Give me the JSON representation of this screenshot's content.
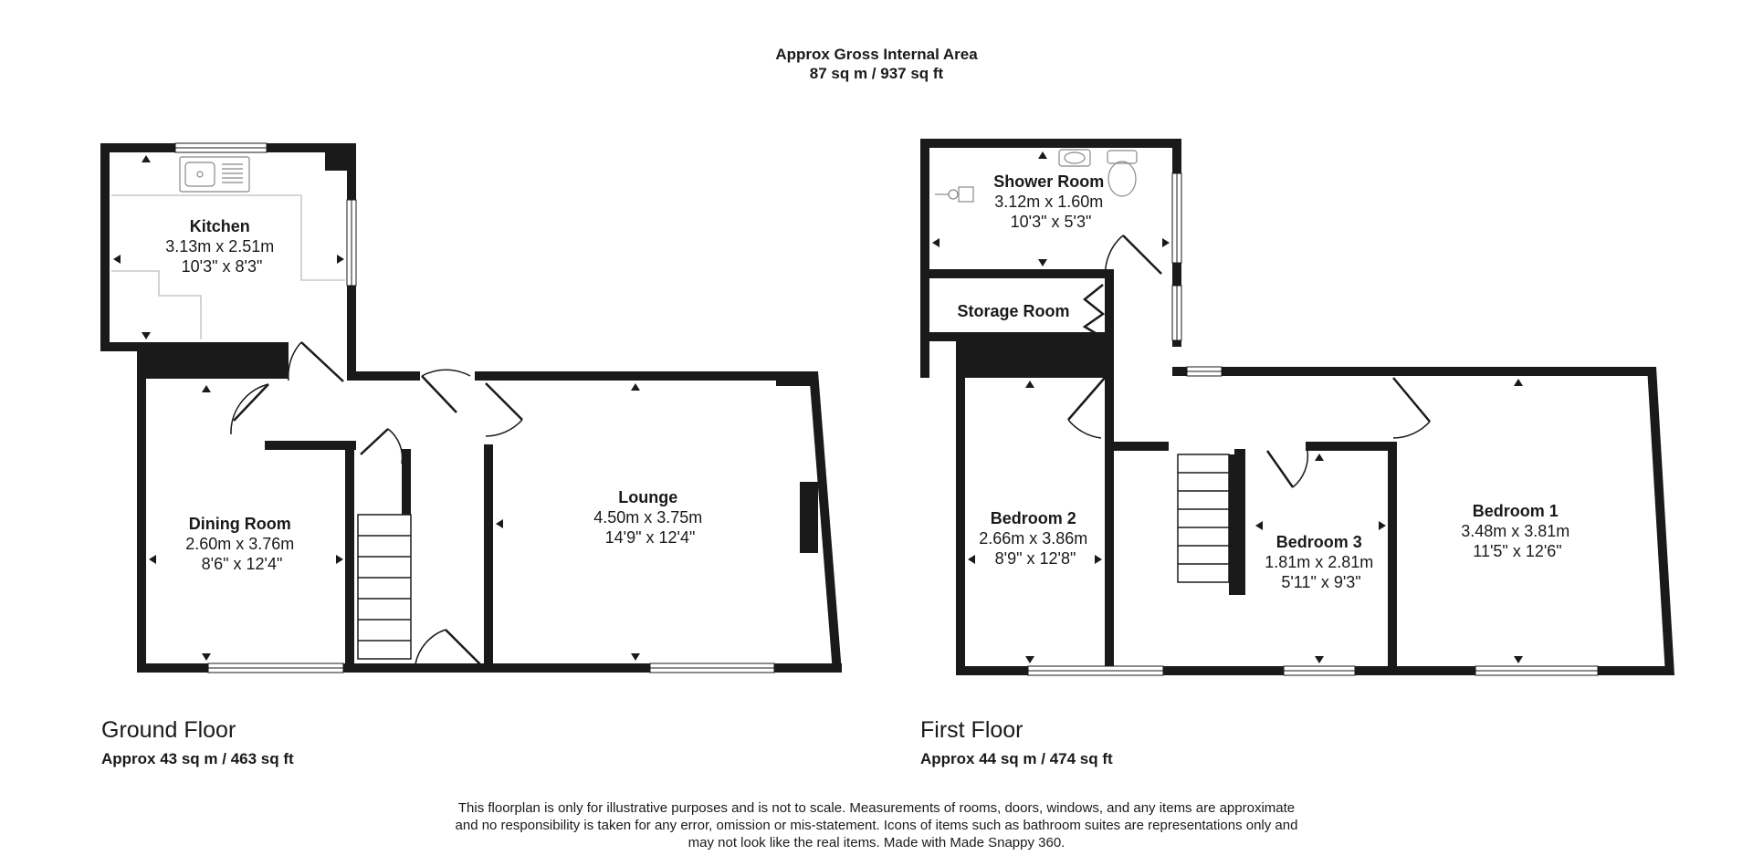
{
  "header": {
    "title": "Approx Gross Internal Area",
    "area": "87 sq m / 937 sq ft"
  },
  "ground_floor": {
    "title": "Ground Floor",
    "area": "Approx 43 sq m / 463 sq ft",
    "rooms": {
      "kitchen": {
        "name": "Kitchen",
        "metric": "3.13m x 2.51m",
        "imperial": "10'3\" x 8'3\""
      },
      "dining": {
        "name": "Dining Room",
        "metric": "2.60m x 3.76m",
        "imperial": "8'6\" x 12'4\""
      },
      "lounge": {
        "name": "Lounge",
        "metric": "4.50m x 3.75m",
        "imperial": "14'9\" x 12'4\""
      }
    }
  },
  "first_floor": {
    "title": "First Floor",
    "area": "Approx 44 sq m / 474 sq ft",
    "rooms": {
      "shower": {
        "name": "Shower Room",
        "metric": "3.12m x 1.60m",
        "imperial": "10'3\" x 5'3\""
      },
      "storage": {
        "name": "Storage Room"
      },
      "bedroom2": {
        "name": "Bedroom 2",
        "metric": "2.66m x 3.86m",
        "imperial": "8'9\" x 12'8\""
      },
      "bedroom3": {
        "name": "Bedroom 3",
        "metric": "1.81m x 2.81m",
        "imperial": "5'11\" x 9'3\""
      },
      "bedroom1": {
        "name": "Bedroom 1",
        "metric": "3.48m x 3.81m",
        "imperial": "11'5\" x 12'6\""
      }
    }
  },
  "disclaimer": {
    "line1": "This floorplan is only for illustrative purposes and is not to scale. Measurements of rooms, doors, windows, and any items are approximate",
    "line2": "and no responsibility is taken for any error, omission or mis-statement. Icons of items such as bathroom suites are representations only and",
    "line3": "may not look like the real items. Made with Made Snappy 360."
  },
  "colors": {
    "wall": "#1a1a1a",
    "background": "#ffffff",
    "fixture_line": "#bbbbbb"
  }
}
